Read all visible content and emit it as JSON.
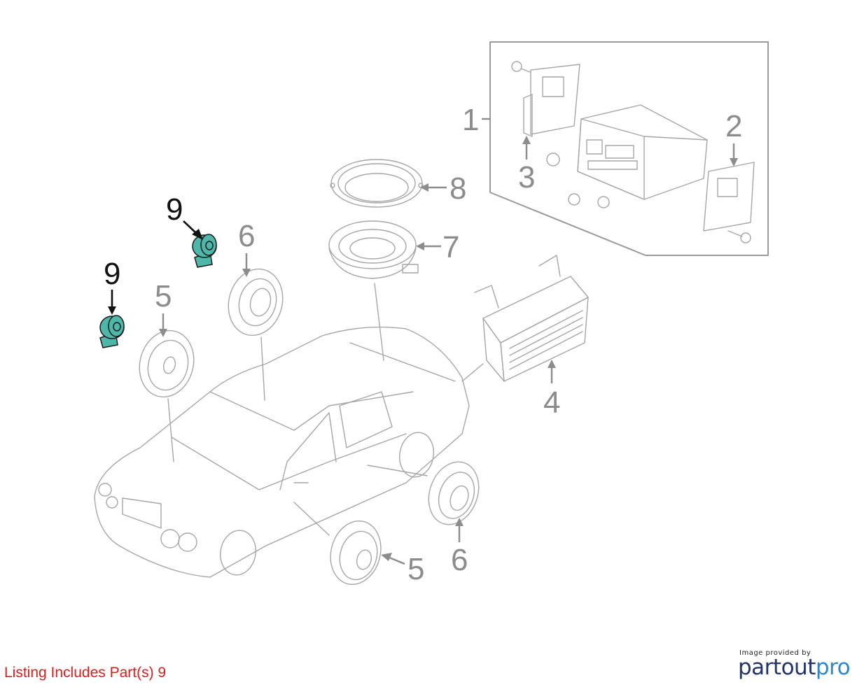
{
  "callouts": {
    "c1": "1",
    "c2": "2",
    "c3": "3",
    "c4": "4",
    "c5a": "5",
    "c5b": "5",
    "c6a": "6",
    "c6b": "6",
    "c7": "7",
    "c8": "8",
    "c9a": "9",
    "c9b": "9"
  },
  "listing_text": "Listing Includes Part(s) 9",
  "brand": {
    "provided_by": "Image provided by",
    "name_part1": "partout",
    "name_part2": "pro"
  },
  "colors": {
    "highlight_part": "#4fb7aa",
    "listing_text": "#d9201f",
    "brand_dark": "#23346a",
    "brand_light": "#2f87c8"
  }
}
